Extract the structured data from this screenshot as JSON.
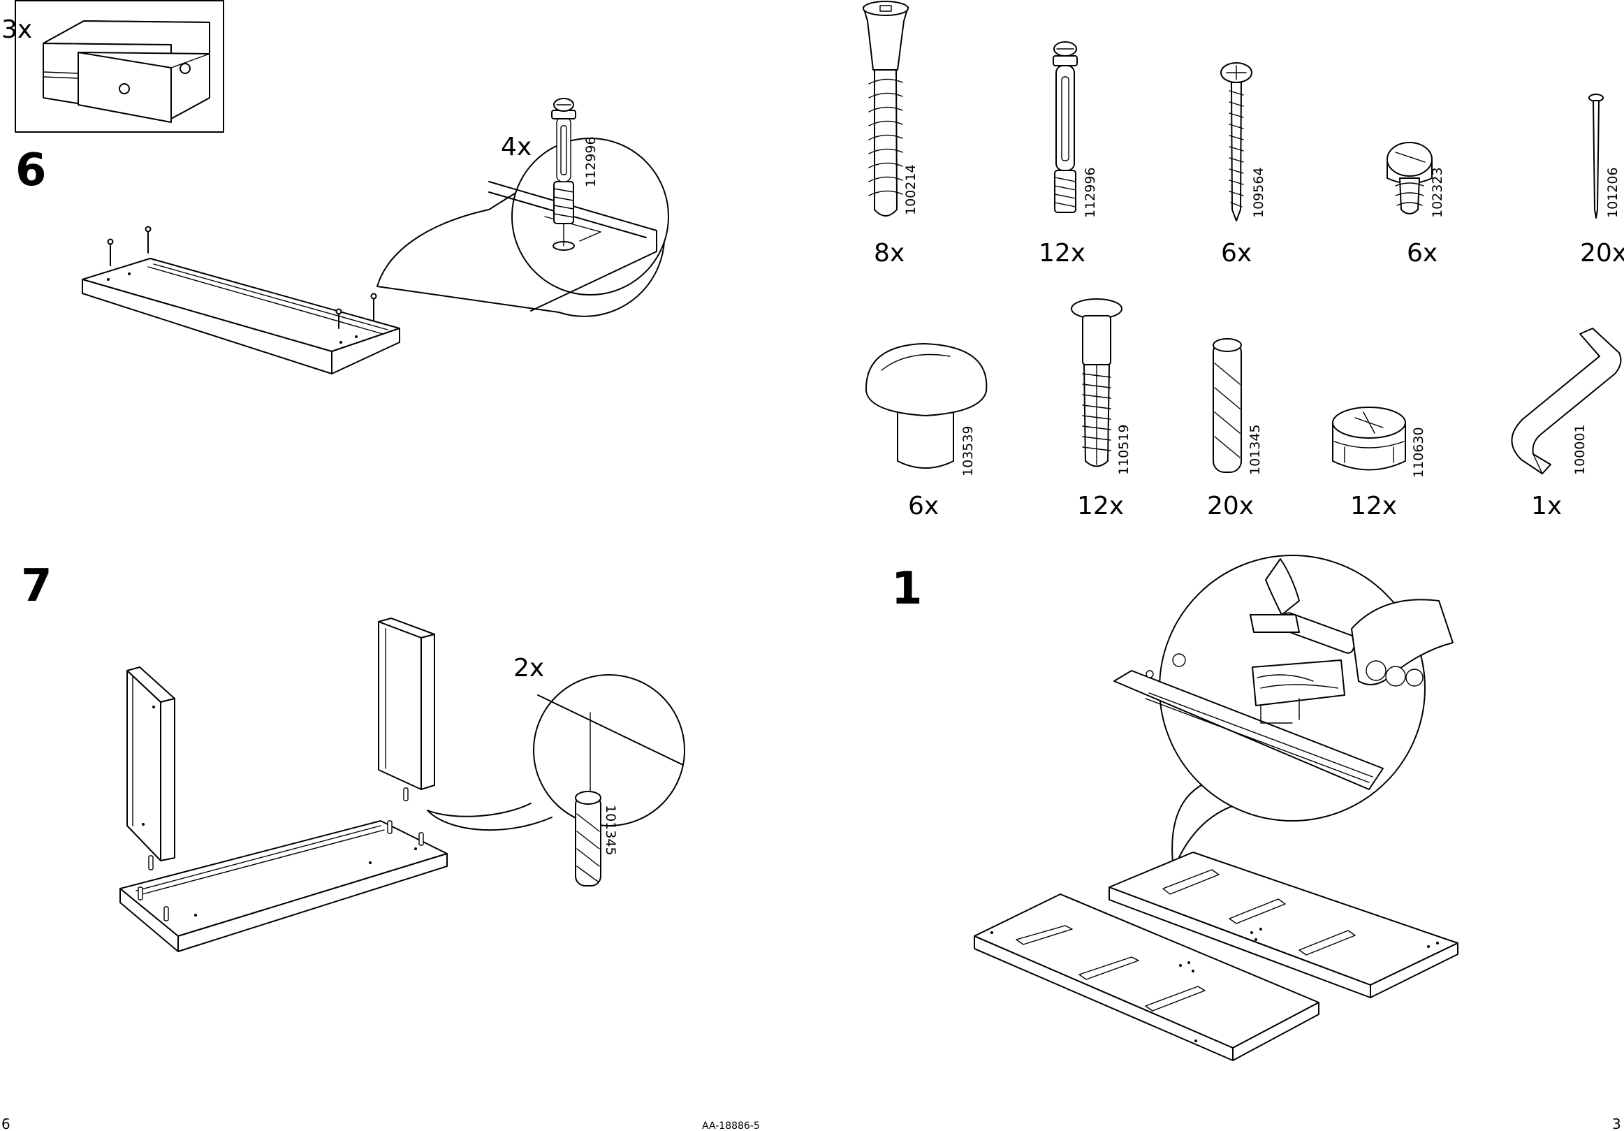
{
  "page": {
    "left_page_number": "6",
    "right_page_number": "3",
    "document_code": "AA-18886-5"
  },
  "drawer_inset": {
    "quantity": "3x"
  },
  "step6": {
    "number": "6",
    "callout_qty": "4x",
    "callout_part": "112996"
  },
  "step7": {
    "number": "7",
    "callout_qty": "2x",
    "callout_part": "101345"
  },
  "step1": {
    "number": "1"
  },
  "parts": {
    "row1": [
      {
        "code": "100214",
        "qty": "8x",
        "icon": "long-screw-icon"
      },
      {
        "code": "112996",
        "qty": "12x",
        "icon": "cam-bolt-icon"
      },
      {
        "code": "109564",
        "qty": "6x",
        "icon": "wood-screw-icon"
      },
      {
        "code": "102323",
        "qty": "6x",
        "icon": "short-screw-icon"
      },
      {
        "code": "101206",
        "qty": "20x",
        "icon": "nail-icon"
      }
    ],
    "row2": [
      {
        "code": "103539",
        "qty": "6x",
        "icon": "knob-icon"
      },
      {
        "code": "110519",
        "qty": "12x",
        "icon": "plastic-anchor-icon"
      },
      {
        "code": "101345",
        "qty": "20x",
        "icon": "wood-dowel-icon"
      },
      {
        "code": "110630",
        "qty": "12x",
        "icon": "cam-lock-icon"
      },
      {
        "code": "100001",
        "qty": "1x",
        "icon": "allen-key-icon"
      }
    ]
  }
}
